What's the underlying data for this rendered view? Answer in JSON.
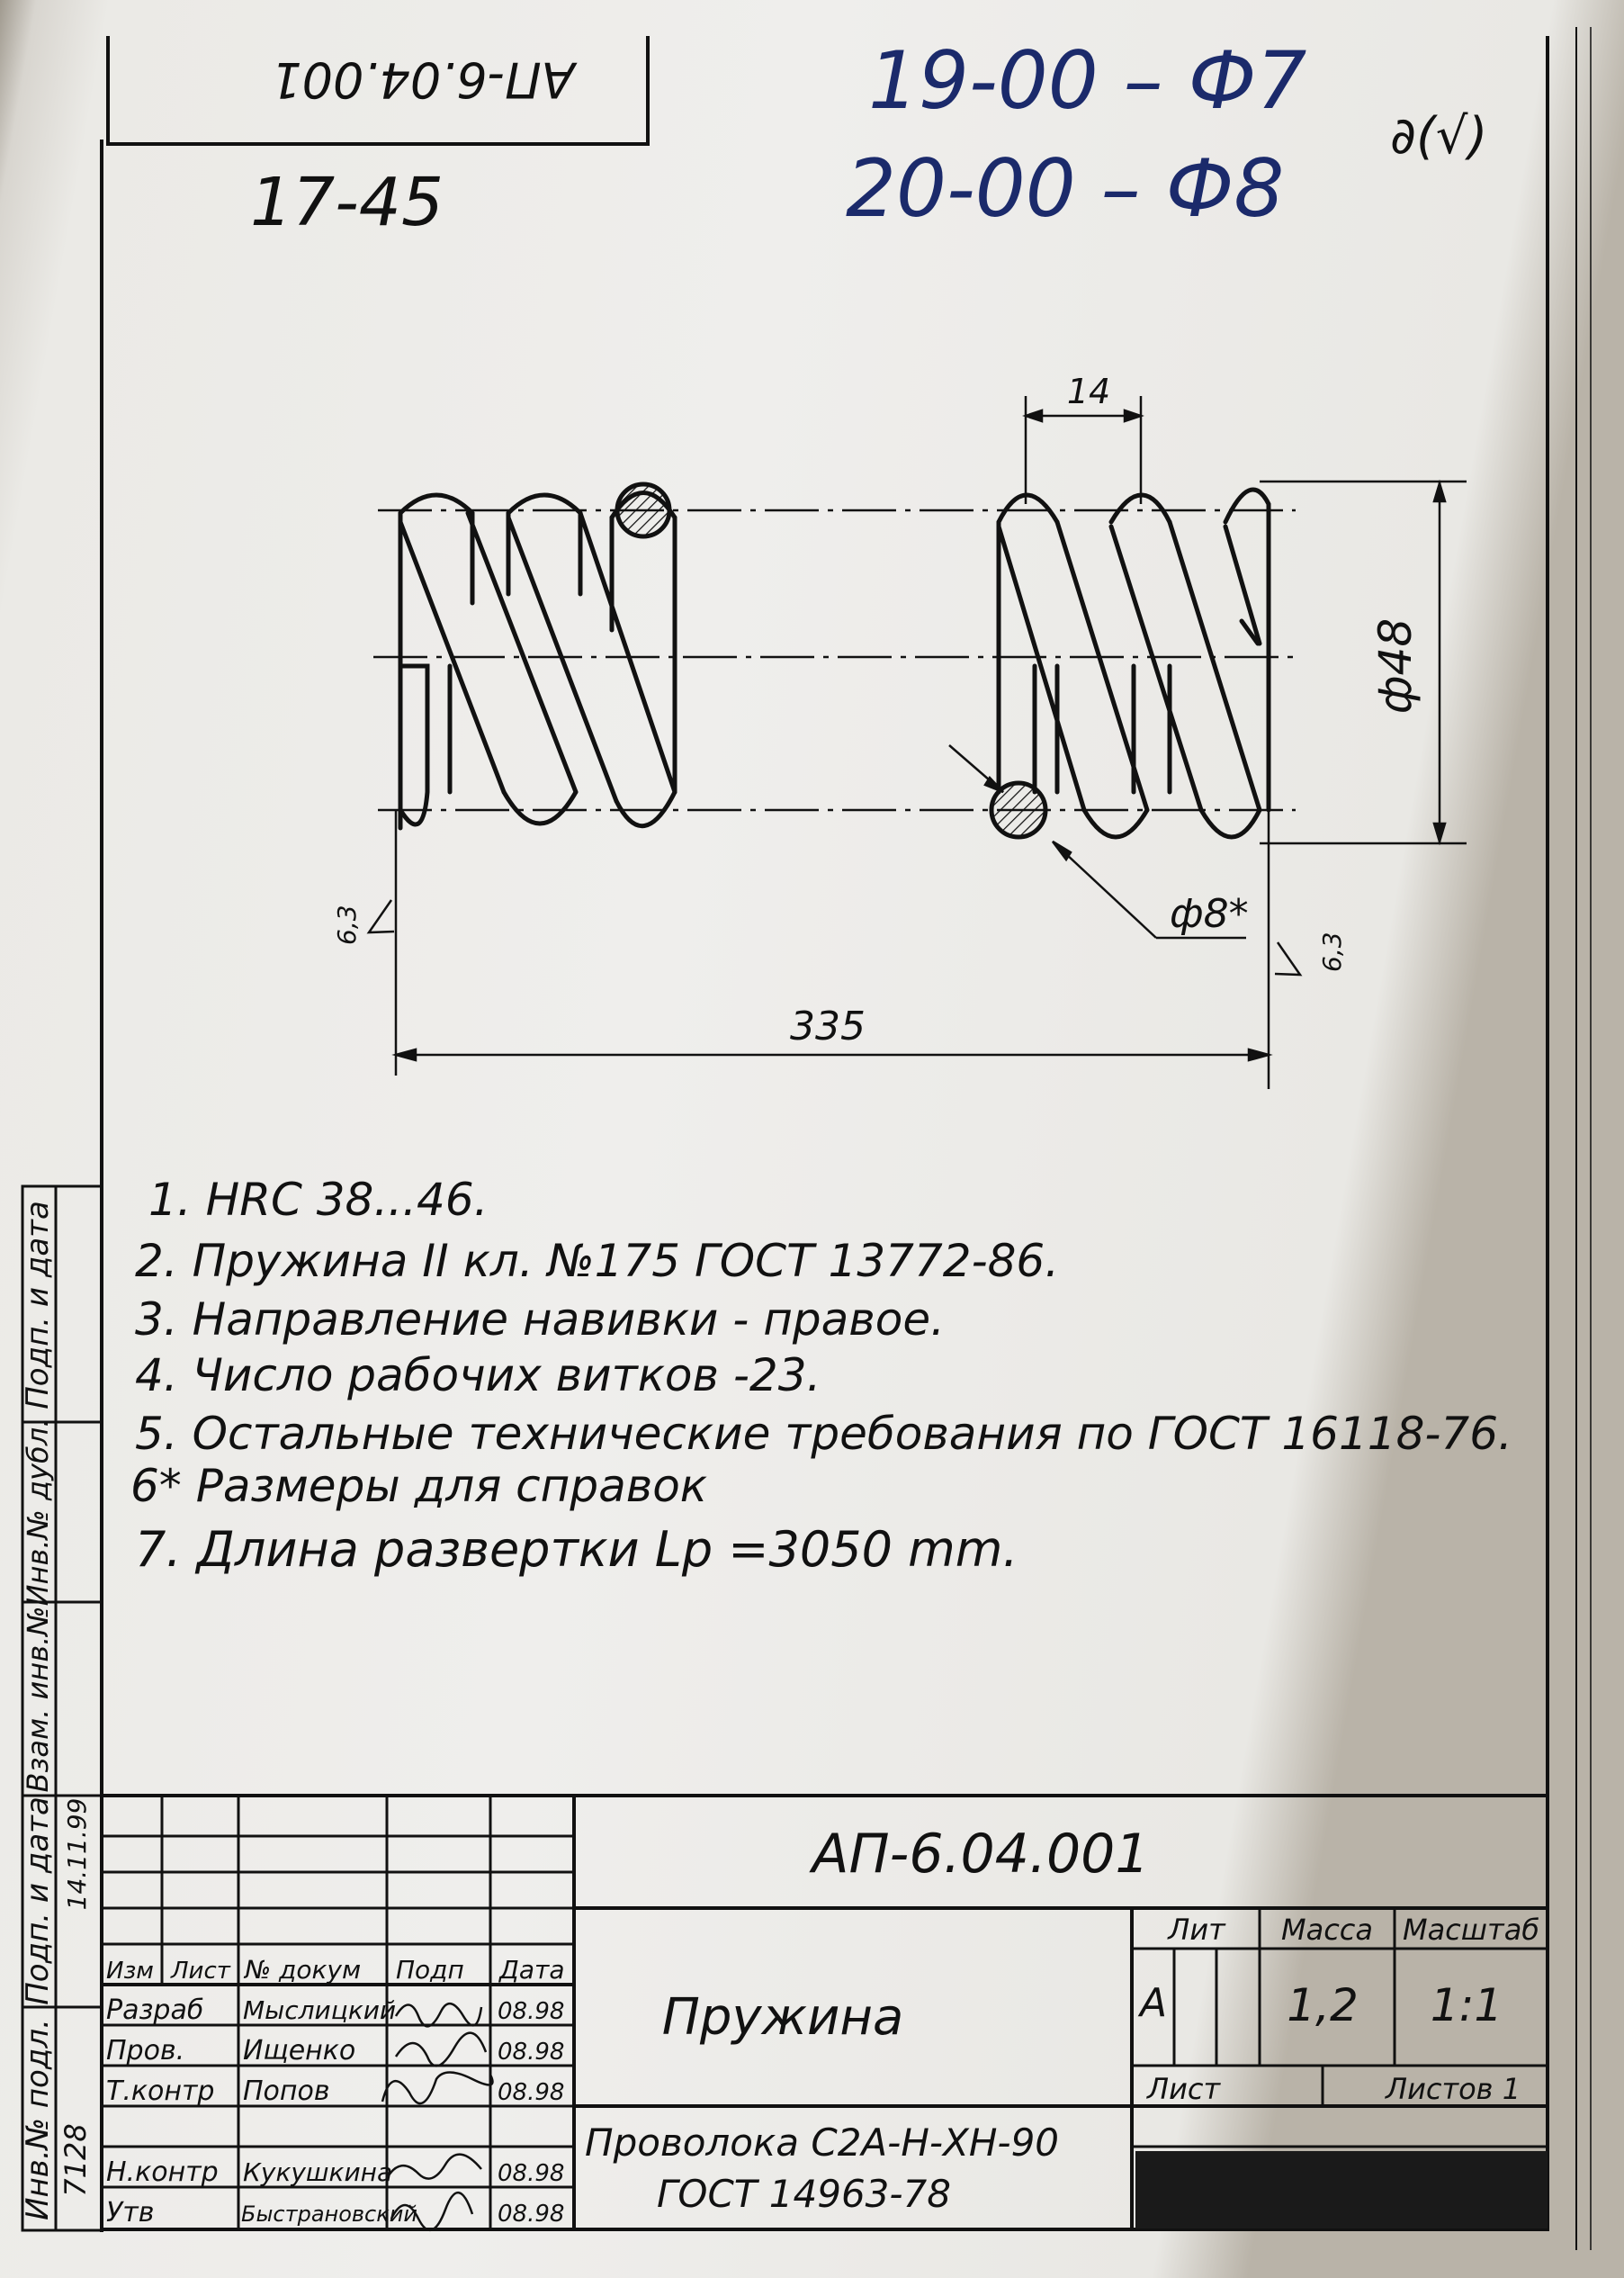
{
  "document": {
    "code": "АП-6.04.001",
    "code_rotated": "АП-6.04.001",
    "title": "Пружина",
    "material_line1": "Проволока С2А-Н-ХН-90",
    "material_line2": "ГОСТ 14963-78"
  },
  "annotations": {
    "top_left": "17-45",
    "top_right_line1": "19-00 – Ф7",
    "top_right_line2": "20-00 – Ф8",
    "corner_mark": "∂(√)"
  },
  "dimensions": {
    "pitch": "14",
    "outer_diameter": "ф48",
    "wire_diameter": "ф8*",
    "length": "335",
    "roughness_left": "6,3",
    "roughness_right": "6,3"
  },
  "notes": [
    "1. HRC 38...46.",
    "2. Пружина II кл.   №175   ГОСТ 13772-86.",
    "3. Направление навивки - правое.",
    "4. Число рабочих витков -23.",
    "5. Остальные технические требования по ГОСТ 16118-76.",
    "6* Размеры для справок",
    "7. Длина развертки Lр =3050 mm."
  ],
  "left_strip": {
    "labels": [
      "Инв.№ подл.",
      "Подп. и дата",
      "Взам. инв.№",
      "Инв.№ дубл.",
      "Подп. и дата"
    ],
    "inv_value": "7128",
    "sign_date": "14.11.99"
  },
  "title_block": {
    "col_headers": [
      "Изм",
      "Лист",
      "№ докум",
      "Подп",
      "Дата"
    ],
    "rows": [
      {
        "role": "Разраб",
        "name": "Мыслицкий",
        "date": "08.98"
      },
      {
        "role": "Пров.",
        "name": "Ищенко",
        "date": "08.98"
      },
      {
        "role": "Т.контр",
        "name": "Попов",
        "date": "08.98"
      },
      {
        "role": "Н.контр",
        "name": "Кукушкина",
        "date": "08.98"
      },
      {
        "role": "Утв",
        "name": "Быстрановский",
        "date": "08.98"
      }
    ],
    "lit_label": "Лит",
    "mass_label": "Масса",
    "scale_label": "Масштаб",
    "lit_value": "А",
    "mass_value": "1,2",
    "scale_value": "1:1",
    "sheet_label": "Лист",
    "sheets_label": "Листов 1"
  },
  "colors": {
    "ink": "#111111",
    "pen": "#1b2a6b",
    "paper": "#efeeec",
    "redaction": "#1a1a1a"
  }
}
